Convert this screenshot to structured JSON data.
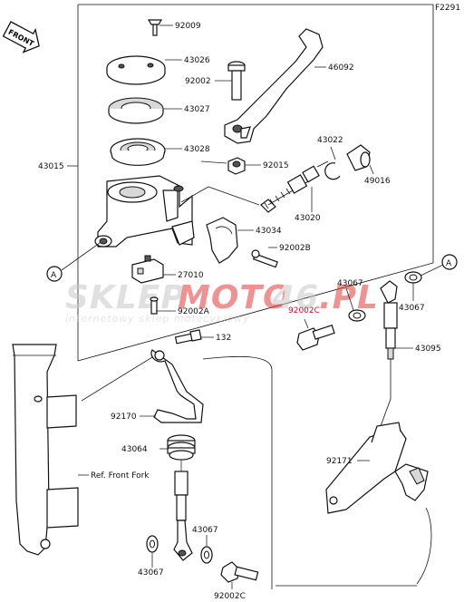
{
  "figure_code": "F2291",
  "front_badge": "FRONT",
  "watermark": {
    "brand_a": "SKLEP",
    "brand_b": "MOTO",
    "brand_c": "46",
    "brand_d": ".PL",
    "tagline": "internetowy sklep motocyklowy"
  },
  "ref_label": "A",
  "parts": [
    {
      "id": "p1",
      "number": "92009"
    },
    {
      "id": "p2",
      "number": "43026"
    },
    {
      "id": "p3",
      "number": "92002"
    },
    {
      "id": "p4",
      "number": "46092"
    },
    {
      "id": "p5",
      "number": "43027"
    },
    {
      "id": "p6",
      "number": "43028"
    },
    {
      "id": "p7",
      "number": "43015"
    },
    {
      "id": "p8",
      "number": "92015"
    },
    {
      "id": "p9",
      "number": "43022"
    },
    {
      "id": "p10",
      "number": "49016"
    },
    {
      "id": "p11",
      "number": "43020"
    },
    {
      "id": "p12",
      "number": "43034"
    },
    {
      "id": "p13",
      "number": "92002B"
    },
    {
      "id": "p14",
      "number": "27010"
    },
    {
      "id": "p15",
      "number": "92002A"
    },
    {
      "id": "p16",
      "number": "43067"
    },
    {
      "id": "p17",
      "number": "92002C"
    },
    {
      "id": "p18",
      "number": "43067"
    },
    {
      "id": "p19",
      "number": "43095"
    },
    {
      "id": "p20",
      "number": "132"
    },
    {
      "id": "p21",
      "number": "92170"
    },
    {
      "id": "p22",
      "number": "43064"
    },
    {
      "id": "p23",
      "number": "Ref. Front Fork"
    },
    {
      "id": "p24",
      "number": "92171"
    },
    {
      "id": "p25",
      "number": "43067"
    },
    {
      "id": "p26",
      "number": "43067"
    },
    {
      "id": "p27",
      "number": "92002C"
    }
  ],
  "colors": {
    "ink": "#111111",
    "highlight": "#c8102e",
    "watermark_grey": "#c8c8c8",
    "watermark_red": "#e23a3a"
  }
}
